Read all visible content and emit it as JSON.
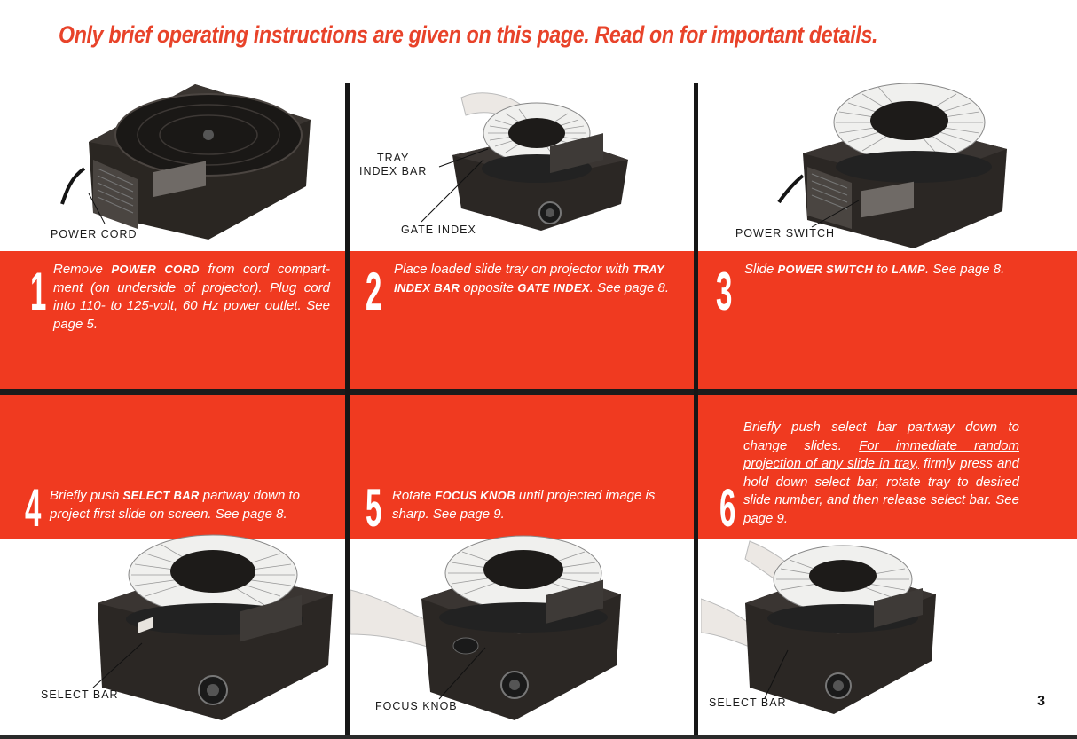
{
  "headline": "Only brief operating instructions are given on this page. Read on for important details.",
  "steps": [
    {
      "number": "1",
      "parts": [
        "Remove ",
        "POWER CORD",
        " from cord compart-ment (on underside of projector). Plug cord into 110- to 125-volt, 60 Hz power outlet. See page 5."
      ]
    },
    {
      "number": "2",
      "parts": [
        "Place loaded slide tray on projector with ",
        "TRAY INDEX BAR",
        " opposite ",
        "GATE INDEX",
        ". See page 8."
      ]
    },
    {
      "number": "3",
      "parts": [
        "Slide ",
        "POWER SWITCH",
        " to ",
        "LAMP",
        ". See page 8."
      ]
    },
    {
      "number": "4",
      "parts": [
        "Briefly push ",
        "SELECT BAR",
        " partway down to project first slide on screen. See page 8."
      ]
    },
    {
      "number": "5",
      "parts": [
        "Rotate ",
        "FOCUS KNOB",
        " until projected image is sharp. See page 9."
      ]
    },
    {
      "number": "6",
      "parts": [
        "Briefly push select bar partway down to change slides. ",
        "For immediate random projection of any slide in tray,",
        " firmly press and hold down select bar, rotate tray to desired slide number, and then release select bar. See page 9."
      ]
    }
  ],
  "labels": {
    "power_cord": "POWER CORD",
    "tray_index_bar_1": "TRAY",
    "tray_index_bar_2": "INDEX BAR",
    "gate_index": "GATE INDEX",
    "power_switch": "POWER SWITCH",
    "select_bar_left": "SELECT BAR",
    "focus_knob": "FOCUS KNOB",
    "select_bar_right": "SELECT BAR"
  },
  "page_number": "3",
  "colors": {
    "accent_red": "#f03a20",
    "headline_red": "#e8432a",
    "rule": "#1b1b1b"
  }
}
